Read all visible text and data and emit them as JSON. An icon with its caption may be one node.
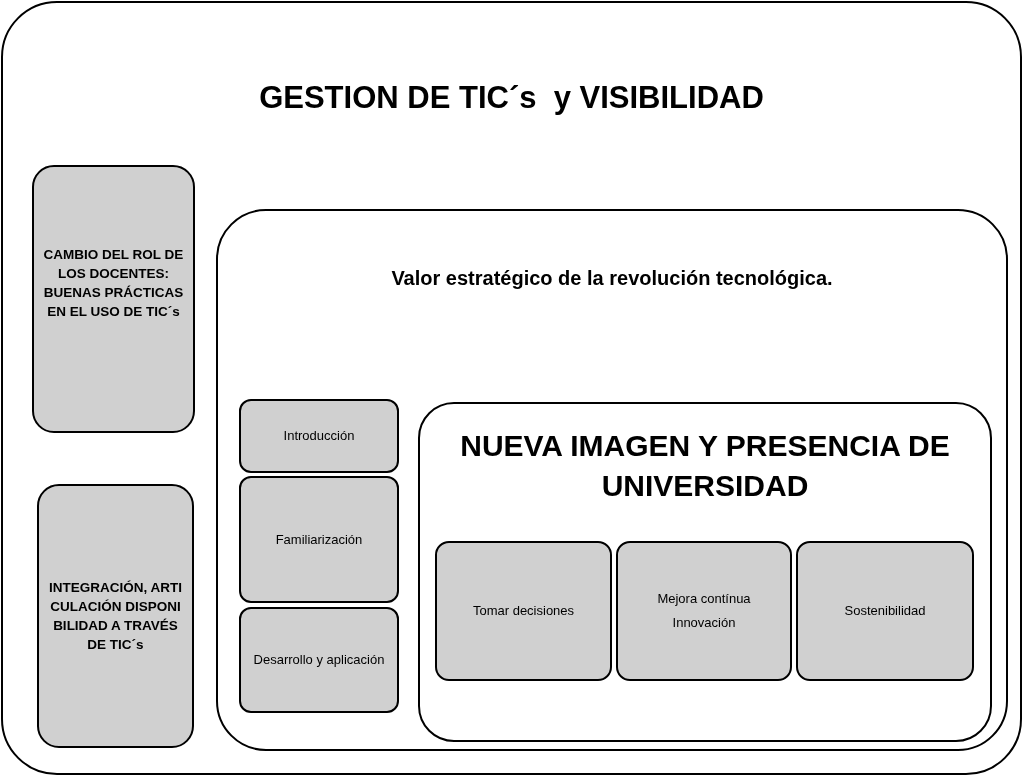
{
  "diagram": {
    "nodes": [
      {
        "text": [
          "GESTION DE TIC´s  y VISIBILIDAD"
        ]
      },
      {
        "text": [
          "CAMBIO DEL ROL DE LOS DOCENTES: BUENAS PRÁCTICAS EN EL USO DE TIC´s"
        ],
        "in": 0
      },
      {
        "text": [
          "INTEGRACIÓN, ARTICULACIÓN DISPONIBILIDAD A TRAVÉS DE TIC´s"
        ],
        "in": 0
      },
      {
        "text": [
          "Valor estratégico de la revolución tecnológica."
        ],
        "in": 0
      },
      {
        "text": [
          "Introducción"
        ],
        "in": 3
      },
      {
        "text": [
          "Familiarización"
        ],
        "in": 3
      },
      {
        "text": [
          "Desarrollo y aplicación"
        ],
        "in": 3
      },
      {
        "text": [
          "NUEVA IMAGEN Y PRESENCIA DE UNIVERSIDAD"
        ],
        "in": 3
      },
      {
        "text": [
          "Tomar decisiones"
        ],
        "in": 7
      },
      {
        "text": [
          "Mejora contínua Innovación"
        ],
        "in": 7
      },
      {
        "text": [
          "Sostenibilidad"
        ],
        "in": 7
      }
    ]
  }
}
